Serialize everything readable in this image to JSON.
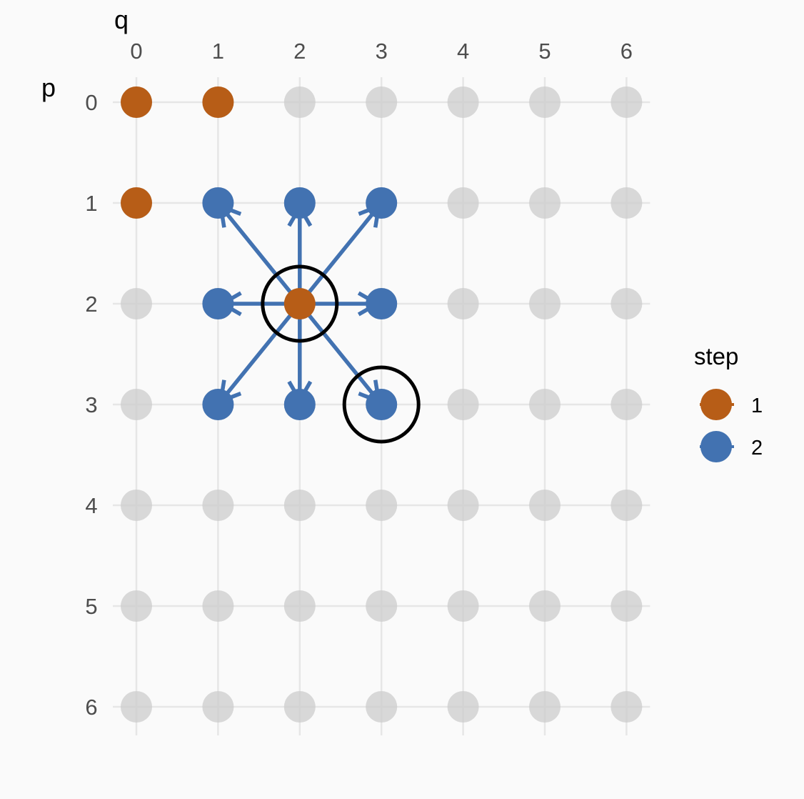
{
  "chart_data": {
    "type": "scatter",
    "xlabel": "q",
    "ylabel": "p",
    "x_ticks": [
      "0",
      "1",
      "2",
      "3",
      "4",
      "5",
      "6"
    ],
    "y_ticks": [
      "0",
      "1",
      "2",
      "3",
      "4",
      "5",
      "6"
    ],
    "xlim": [
      0,
      6
    ],
    "ylim": [
      0,
      6
    ],
    "y_reversed": true,
    "x_axis_position": "top",
    "grid": true,
    "background_point_color": "#cccccc",
    "series": [
      {
        "name": "1",
        "color": "#b75d17",
        "points": [
          {
            "q": 0,
            "p": 0
          },
          {
            "q": 1,
            "p": 0
          },
          {
            "q": 0,
            "p": 1
          },
          {
            "q": 2,
            "p": 2
          }
        ]
      },
      {
        "name": "2",
        "color": "#4272b1",
        "points": [
          {
            "q": 1,
            "p": 1
          },
          {
            "q": 2,
            "p": 1
          },
          {
            "q": 3,
            "p": 1
          },
          {
            "q": 1,
            "p": 2
          },
          {
            "q": 3,
            "p": 2
          },
          {
            "q": 1,
            "p": 3
          },
          {
            "q": 2,
            "p": 3
          },
          {
            "q": 3,
            "p": 3
          }
        ]
      }
    ],
    "arrows": {
      "color": "#4272b1",
      "from": {
        "q": 2,
        "p": 2
      },
      "to": [
        {
          "q": 1,
          "p": 1
        },
        {
          "q": 2,
          "p": 1
        },
        {
          "q": 3,
          "p": 1
        },
        {
          "q": 1,
          "p": 2
        },
        {
          "q": 3,
          "p": 2
        },
        {
          "q": 1,
          "p": 3
        },
        {
          "q": 2,
          "p": 3
        },
        {
          "q": 3,
          "p": 3
        }
      ]
    },
    "highlights": [
      {
        "q": 2,
        "p": 2
      },
      {
        "q": 3,
        "p": 3
      }
    ],
    "legend": {
      "title": "step",
      "position": "right",
      "entries": [
        {
          "label": "1",
          "color": "#b75d17"
        },
        {
          "label": "2",
          "color": "#4272b1"
        }
      ]
    }
  }
}
